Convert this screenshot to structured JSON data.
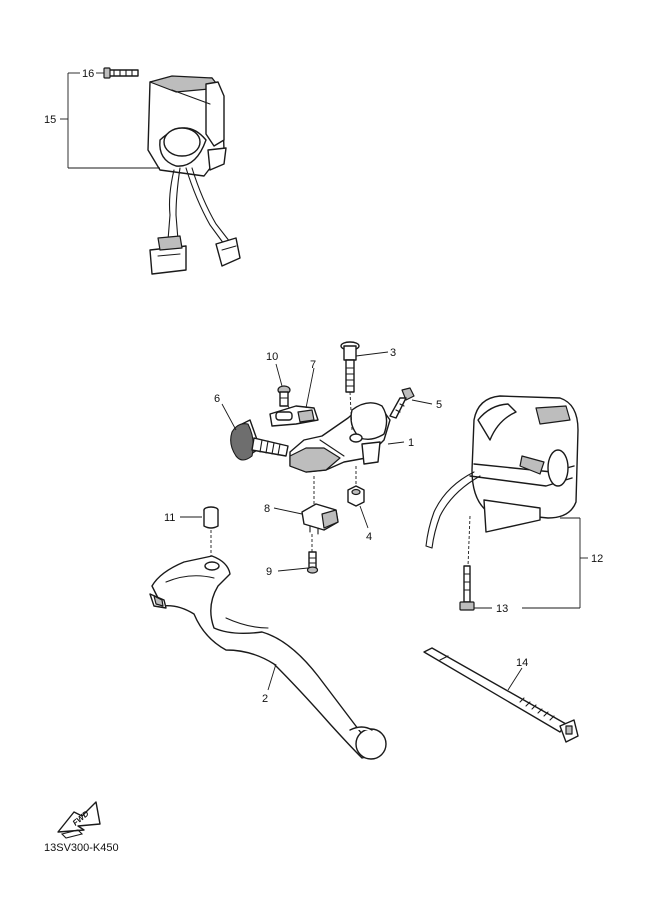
{
  "callouts": [
    {
      "id": "1",
      "label": "1"
    },
    {
      "id": "2",
      "label": "2"
    },
    {
      "id": "3",
      "label": "3"
    },
    {
      "id": "4",
      "label": "4"
    },
    {
      "id": "5",
      "label": "5"
    },
    {
      "id": "6",
      "label": "6"
    },
    {
      "id": "7",
      "label": "7"
    },
    {
      "id": "8",
      "label": "8"
    },
    {
      "id": "9",
      "label": "9"
    },
    {
      "id": "10",
      "label": "10"
    },
    {
      "id": "11",
      "label": "11"
    },
    {
      "id": "12",
      "label": "12"
    },
    {
      "id": "13",
      "label": "13"
    },
    {
      "id": "14",
      "label": "14"
    },
    {
      "id": "15",
      "label": "15"
    },
    {
      "id": "16",
      "label": "16"
    }
  ],
  "fwd_label": "FWD",
  "diagram_code": "13SV300-K450",
  "icons": {
    "fwd_arrow": "fwd-arrow-icon"
  }
}
